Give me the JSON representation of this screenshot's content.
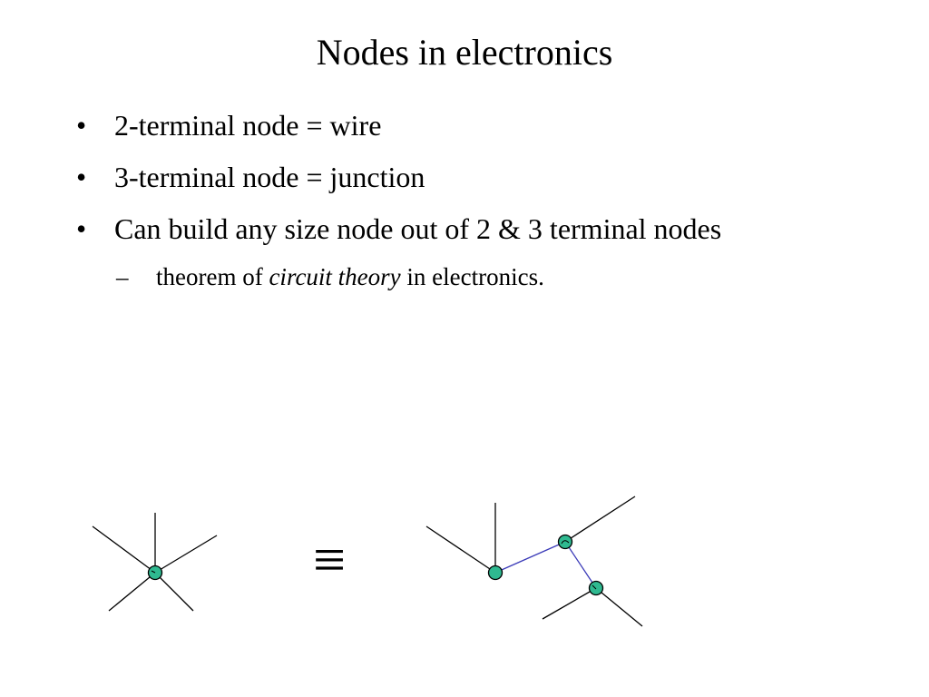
{
  "slide": {
    "title": "Nodes in electronics",
    "bullets": [
      {
        "marker": "•",
        "text": "2-terminal node = wire"
      },
      {
        "marker": "•",
        "text": "3-terminal node = junction"
      },
      {
        "marker": "•",
        "text": "Can build any size node out of 2 & 3 terminal nodes"
      }
    ],
    "sub_bullet": {
      "marker": "–",
      "text_before": "theorem of ",
      "text_italic": "circuit theory",
      "text_after": " in electronics."
    }
  },
  "diagram": {
    "equivalence_symbol": "≡",
    "node_fill_color": "#2fb990",
    "connector_color": "#3a3ab8",
    "wire_color": "#000000"
  }
}
